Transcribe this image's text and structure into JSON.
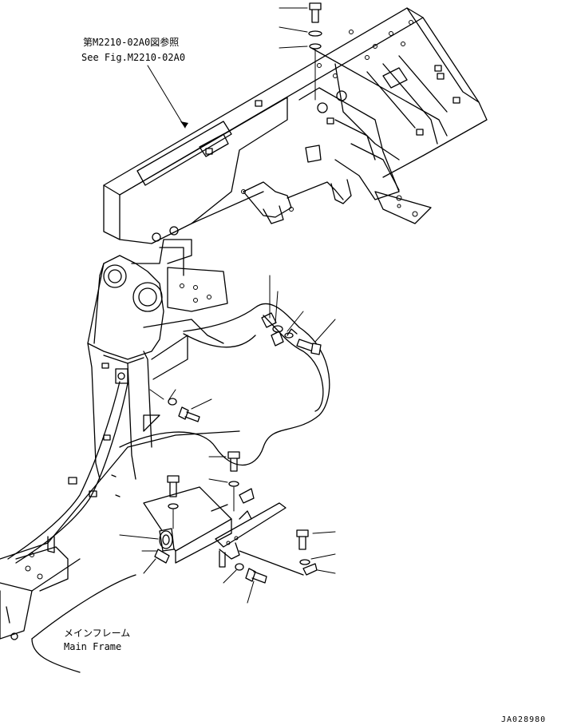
{
  "callouts": {
    "see_fig_jp": "第M2210-02A0図参照",
    "see_fig_en": "See Fig.M2210-02A0",
    "main_frame_jp": "メインフレーム",
    "main_frame_en": "Main Frame"
  },
  "drawing_code": "JA028980"
}
